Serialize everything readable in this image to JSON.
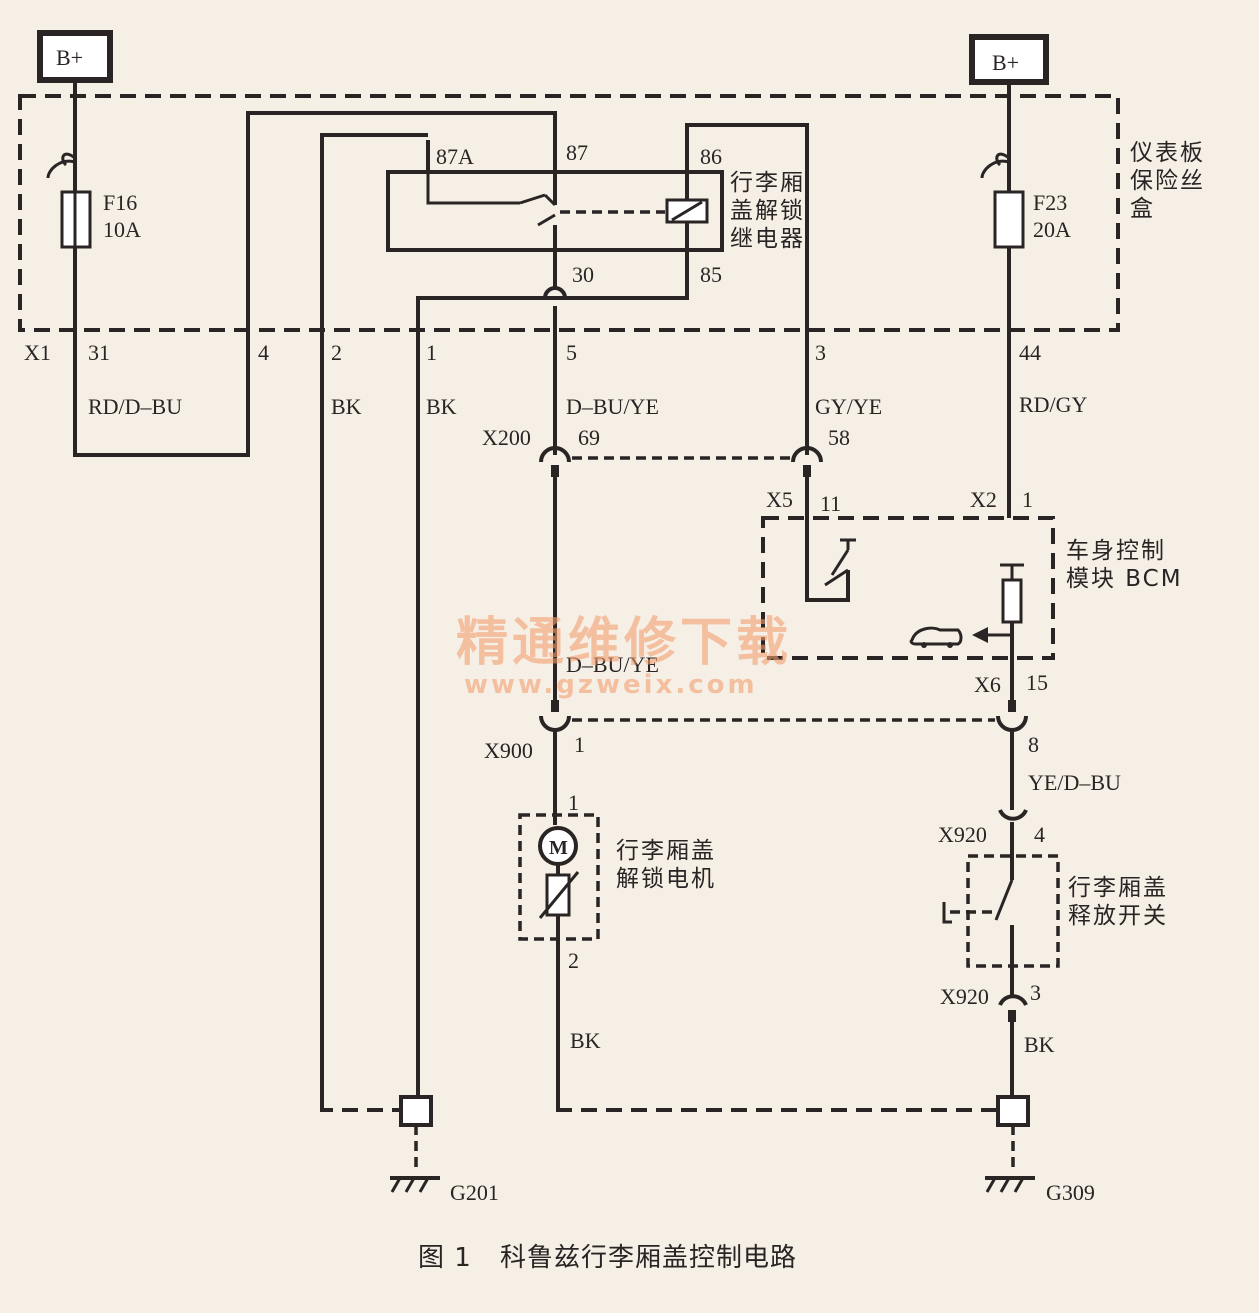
{
  "supply": {
    "left": "B+",
    "right": "B+"
  },
  "fuse_box": {
    "name": [
      "仪表板",
      "保险丝",
      "盒"
    ]
  },
  "fuses": [
    {
      "id": "F16",
      "rating": "10A"
    },
    {
      "id": "F23",
      "rating": "20A"
    }
  ],
  "relay": {
    "name": [
      "行李厢",
      "盖解锁",
      "继电器"
    ],
    "pins": {
      "p87a": "87A",
      "p87": "87",
      "p86": "86",
      "p30": "30",
      "p85": "85"
    }
  },
  "connectors": {
    "x1": "X1",
    "x1_pin31": "31",
    "x1_pin4": "4",
    "x1_pin2": "2",
    "x1_pin1": "1",
    "x1_pin5": "5",
    "x1_pin3": "3",
    "x1_pin44": "44",
    "x200": "X200",
    "x200_pin69": "69",
    "x200_pin58": "58",
    "x5": "X5",
    "x5_pin11": "11",
    "x2": "X2",
    "x2_pin1": "1",
    "x6": "X6",
    "x6_pin15": "15",
    "x900": "X900",
    "x900_pin1": "1",
    "x900_pin8": "8",
    "motor_pin1": "1",
    "motor_pin2": "2",
    "x920a": "X920",
    "x920a_pin4": "4",
    "x920b": "X920",
    "x920b_pin3": "3"
  },
  "wires": {
    "rd_dbu": "RD/D–BU",
    "bk1": "BK",
    "bk2": "BK",
    "dbu_ye": "D–BU/YE",
    "gy_ye": "GY/YE",
    "rd_gy": "RD/GY",
    "dbu_ye2": "D–BU/YE",
    "ye_dbu": "YE/D–BU",
    "bk_motor": "BK",
    "bk_switch": "BK"
  },
  "bcm": {
    "name": [
      "车身控制",
      "模块 BCM"
    ]
  },
  "motor": {
    "symbol": "M",
    "name": [
      "行李厢盖",
      "解锁电机"
    ]
  },
  "release_switch": {
    "name": [
      "行李厢盖",
      "释放开关"
    ]
  },
  "grounds": {
    "g201": "G201",
    "g309": "G309"
  },
  "watermark": {
    "cn": "精通维修下载",
    "url": "www.gzweix.com"
  },
  "caption": {
    "fig": "图 1",
    "title": "科鲁兹行李厢盖控制电路"
  }
}
